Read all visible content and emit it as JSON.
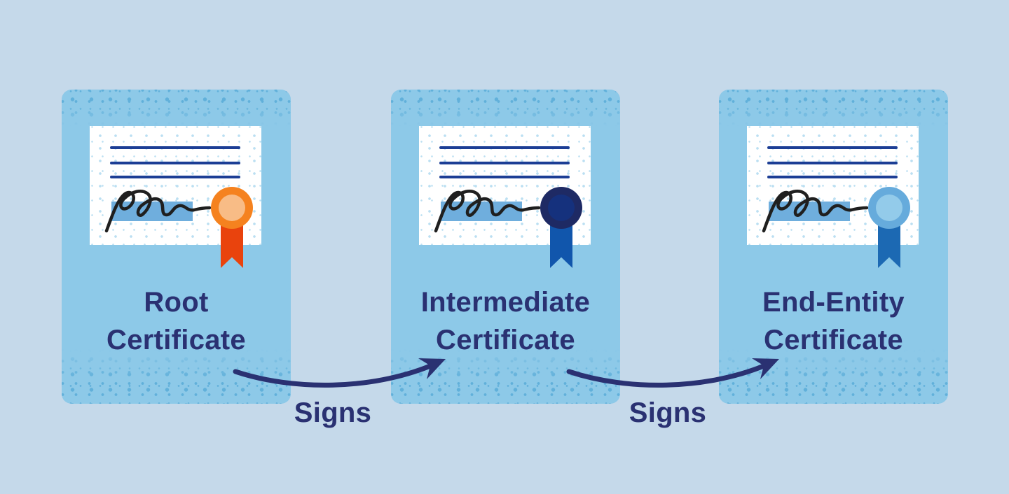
{
  "colors": {
    "background": "#C5D9EA",
    "card": "#8DC9E8",
    "card-dot": "#3E9CCF",
    "paper": "#FFFFFF",
    "paper-dot": "#BBDFF2",
    "cert-line": "#1C3E95",
    "signature": "#1F1F1F",
    "highlight": "#6FAEDD",
    "title": "#2A3172",
    "arrow": "#2A3172"
  },
  "cards": [
    {
      "name": "Root Certificate",
      "title_line1": "Root",
      "title_line2": "Certificate",
      "colors": {
        "seal-outer": "#F5821F",
        "seal-inner": "#F8BC86",
        "seal-ribbon": "#E9430D"
      }
    },
    {
      "name": "Intermediate Certificate",
      "title_line1": "Intermediate",
      "title_line2": "Certificate",
      "colors": {
        "seal-outer": "#1E2A64",
        "seal-inner": "#15317D",
        "seal-ribbon": "#1156AC"
      }
    },
    {
      "name": "End-Entity Certificate",
      "title_line1": "End-Entity",
      "title_line2": "Certificate",
      "colors": {
        "seal-outer": "#66ABDC",
        "seal-inner": "#93CBEA",
        "seal-ribbon": "#1C69B3"
      }
    }
  ],
  "arrows": [
    {
      "label": "Signs"
    },
    {
      "label": "Signs"
    }
  ]
}
